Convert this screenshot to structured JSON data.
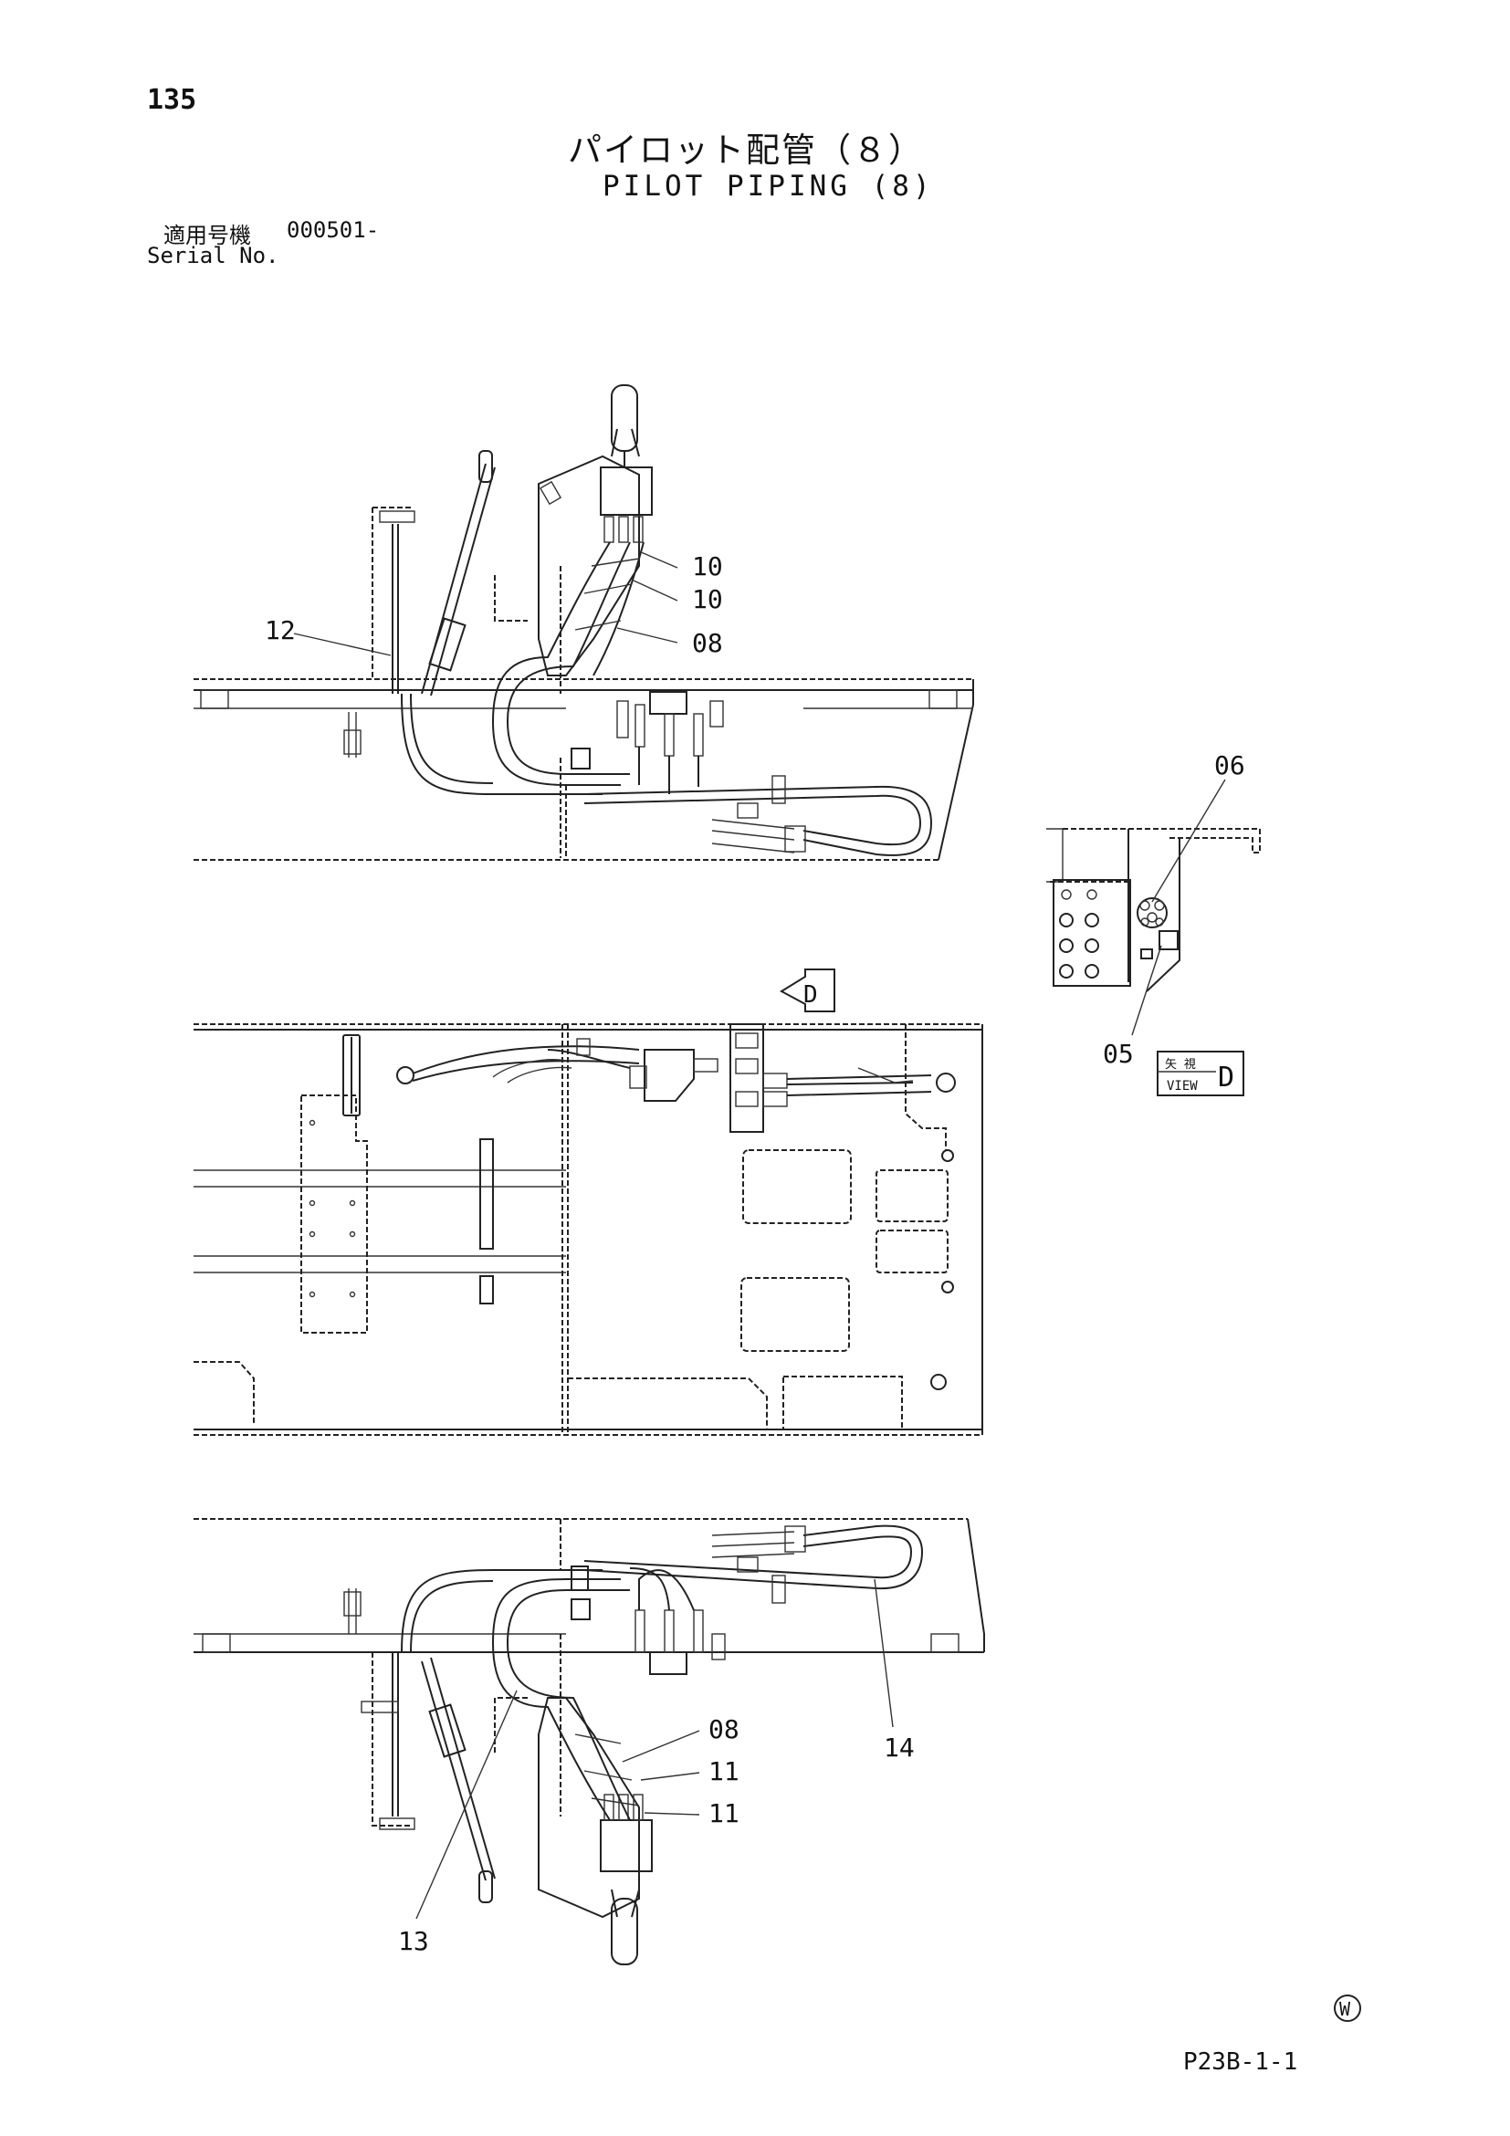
{
  "page": {
    "number": "135",
    "title_jp": "パイロット配管（８）",
    "title_en": "PILOT PIPING (8)",
    "serial_label_jp": "適用号機",
    "serial_label_en": "Serial No.",
    "serial_number": "000501-",
    "doc_code": "P23B-1-1",
    "mark": "W"
  },
  "callouts": {
    "c10a": "10",
    "c10b": "10",
    "c08a": "08",
    "c12": "12",
    "c06": "06",
    "c05": "05",
    "c08b": "08",
    "c11a": "11",
    "c11b": "11",
    "c14": "14",
    "c13": "13"
  },
  "view": {
    "arrow_letter": "D",
    "label_jp": "矢 視",
    "label_en": "VIEW",
    "letter": "D"
  }
}
